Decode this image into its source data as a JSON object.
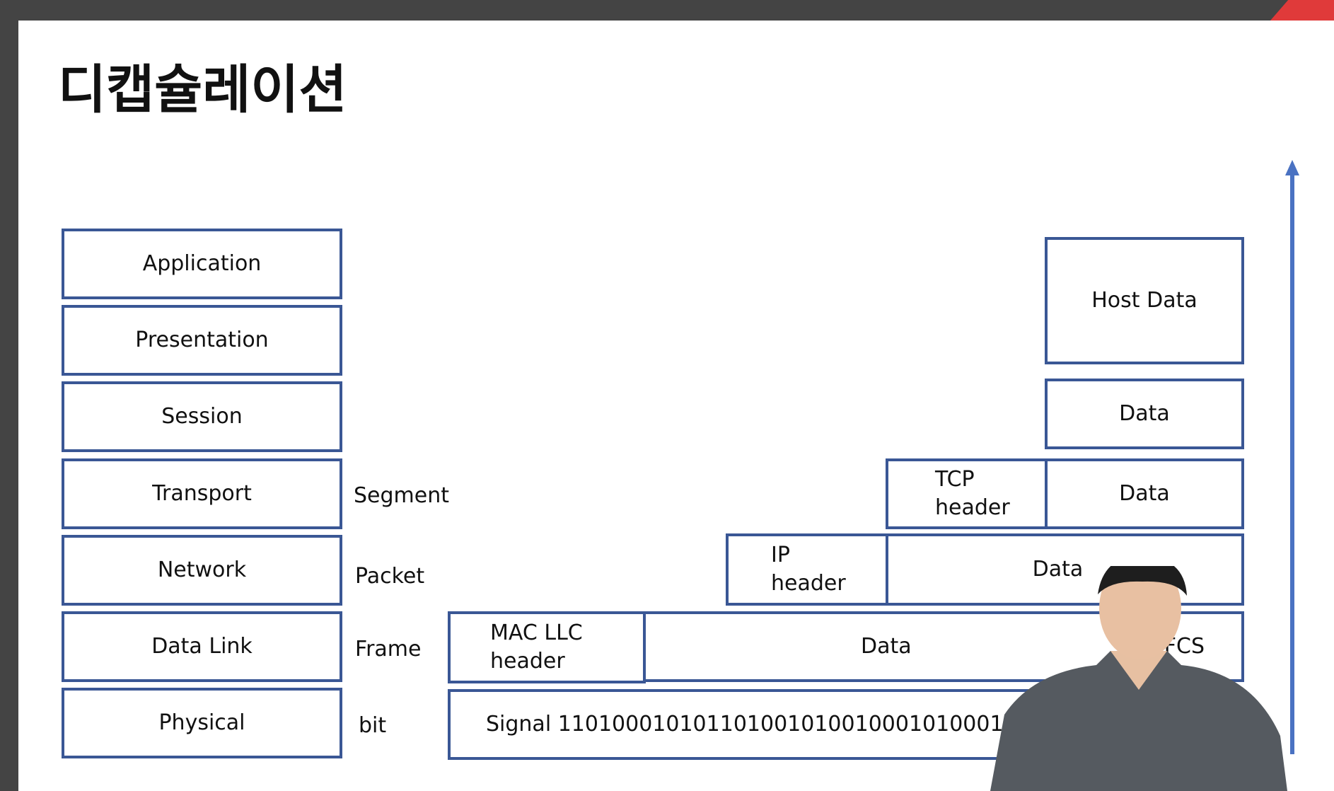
{
  "slide": {
    "title": "디캡슐레이션"
  },
  "osi_layers": [
    "Application",
    "Presentation",
    "Session",
    "Transport",
    "Network",
    "Data Link",
    "Physical"
  ],
  "pdu_labels": {
    "transport": "Segment",
    "network": "Packet",
    "datalink": "Frame",
    "physical": "bit"
  },
  "encapsulation": {
    "application": {
      "data": "Host Data"
    },
    "session": {
      "data": "Data"
    },
    "transport": {
      "header_line1": "TCP",
      "header_line2": "header",
      "data": "Data"
    },
    "network": {
      "header_line1": "IP",
      "header_line2": "header",
      "data": "Data"
    },
    "datalink": {
      "header_line1": "MAC LLC",
      "header_line2": "header",
      "data": "Data",
      "trailer": "FCS"
    },
    "physical": {
      "signal": "Signal 1101000101011010010100100010100010110101"
    }
  },
  "colors": {
    "box_border": "#3a5795",
    "arrow": "#4a72c2",
    "frame": "#444444",
    "accent": "#e03a3a"
  },
  "arrow_direction": "up"
}
